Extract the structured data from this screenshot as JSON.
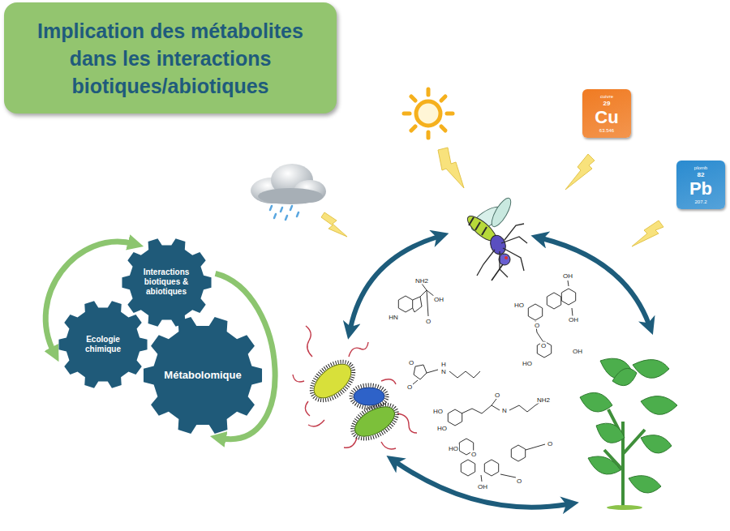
{
  "diagram": {
    "title": "Implication des métabolites dans les interactions biotiques/abiotiques",
    "nodes": [
      {
        "text": [
          "cuivre",
          "29",
          "Cu",
          "63.546"
        ]
      },
      {
        "text": [
          "plomb",
          "82",
          "Pb",
          "207.2"
        ]
      },
      {
        "text": [
          "Interactions biotiques & abiotiques"
        ]
      },
      {
        "text": [
          "Ecologie chimique"
        ]
      },
      {
        "text": [
          "Métabolomique"
        ]
      }
    ],
    "edges": [
      {
        "from": 3,
        "to": 2,
        "arrow": "both"
      },
      {
        "from": 2,
        "to": 4,
        "arrow": "to"
      }
    ],
    "labels": [
      "HN",
      "NH2",
      "OH",
      "O",
      "HO",
      "OH",
      "O",
      "OH",
      "O",
      "HO",
      "OH",
      "O",
      "O",
      "H",
      "N",
      "HO",
      "HO",
      "O",
      "N",
      "NH2",
      "HO",
      "O",
      "OH",
      "O",
      "O"
    ]
  }
}
